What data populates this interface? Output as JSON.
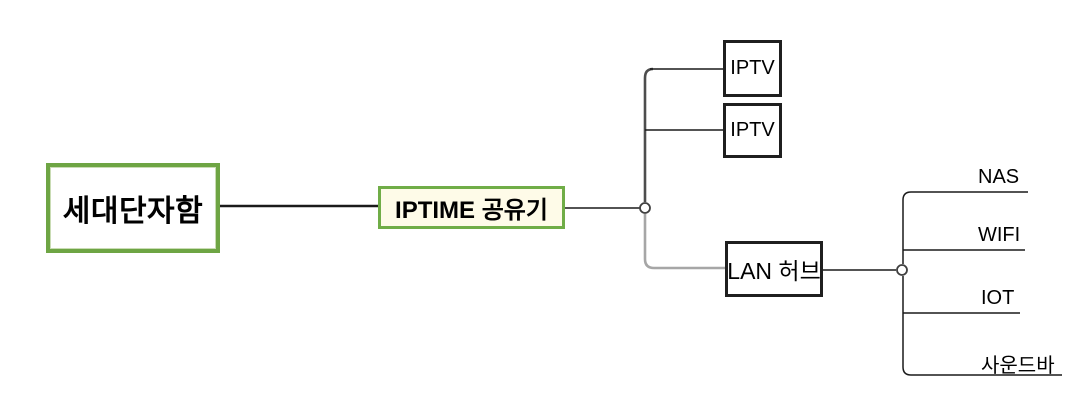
{
  "diagram": {
    "title": "home-network-topology",
    "nodes": {
      "root": {
        "label": "세대단자함"
      },
      "router": {
        "label": "IPTIME 공유기"
      },
      "iptv1": {
        "label": "IPTV"
      },
      "iptv2": {
        "label": "IPTV"
      },
      "hub": {
        "label": "LAN 허브"
      }
    },
    "leaves": [
      {
        "label": "NAS"
      },
      {
        "label": "WIFI"
      },
      {
        "label": "IOT"
      },
      {
        "label": "사운드바"
      }
    ],
    "colors": {
      "root_border": "#6ea544",
      "router_border": "#70ad47",
      "router_fill": "#fefbe8",
      "box_border_dark": "#1f1f1f",
      "line_black": "#1a1a1a",
      "trunk_dark": "#4d4d4d",
      "trunk_light": "#a6a6a6",
      "junction_stroke": "#404040",
      "background": "#ffffff"
    }
  }
}
